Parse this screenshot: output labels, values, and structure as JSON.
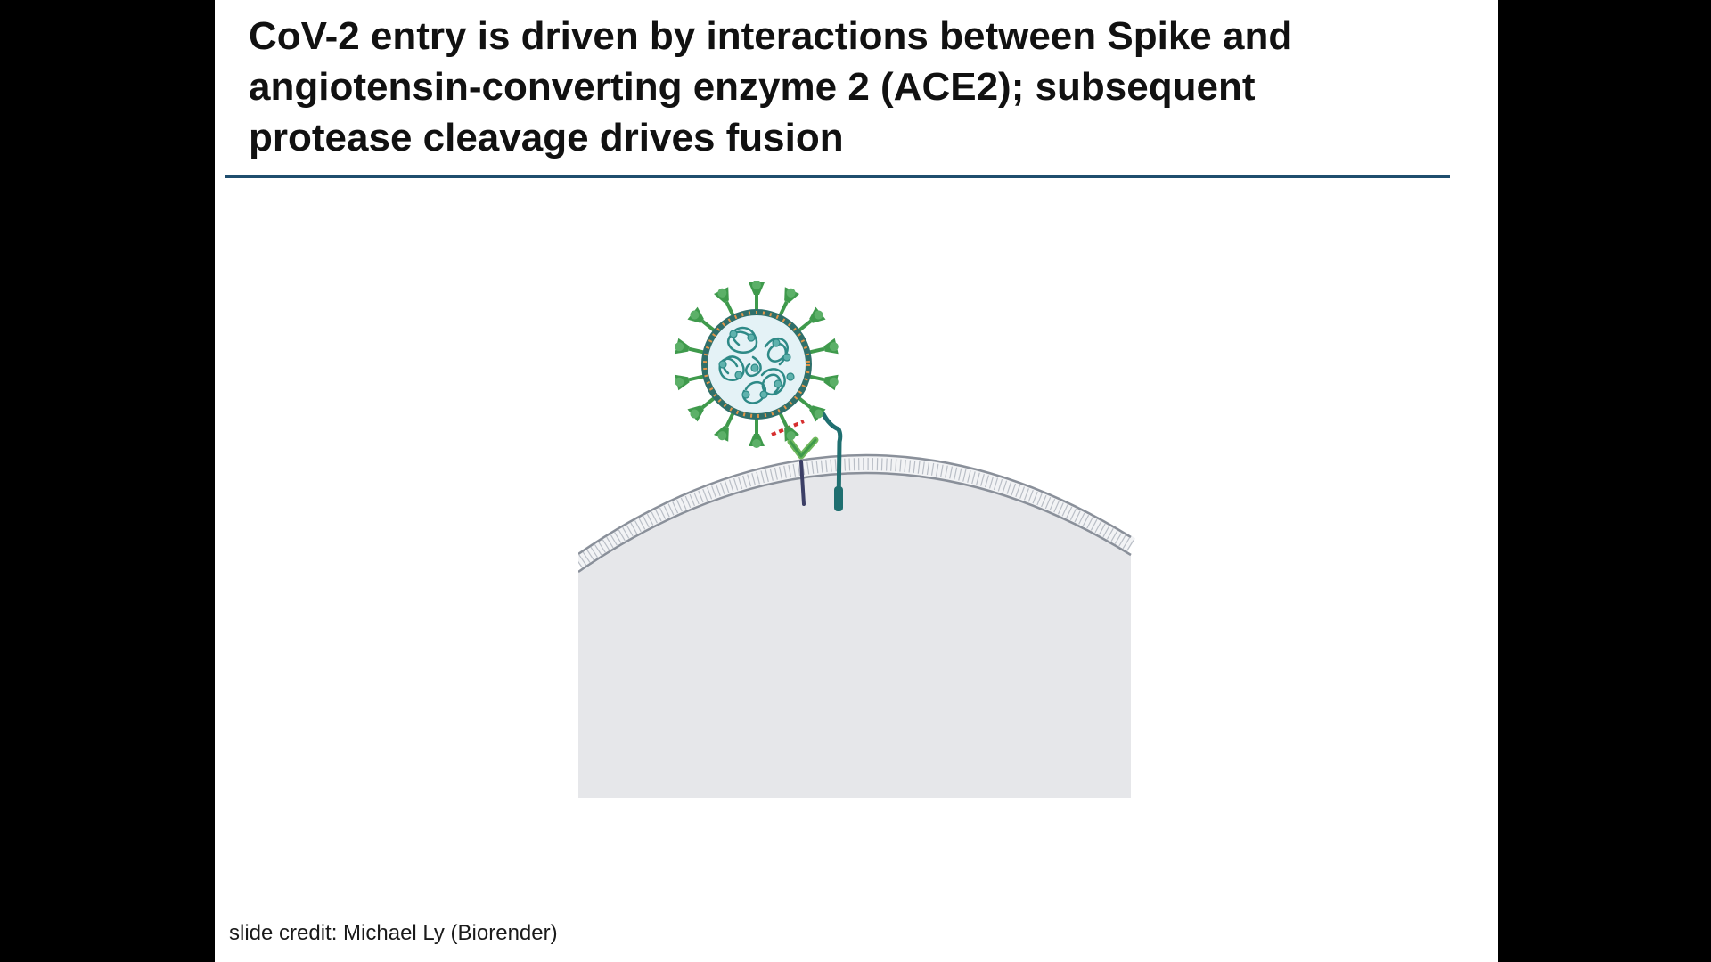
{
  "slide": {
    "title_lines": [
      "CoV-2 entry is driven by interactions between Spike and",
      "angiotensin-converting enzyme 2 (ACE2); subsequent",
      "protease cleavage drives fusion"
    ],
    "credit": "slide credit: Michael Ly (Biorender)"
  },
  "diagram": {
    "elements": [
      "virion-icon",
      "spike-protein-icon",
      "ace2-receptor-icon",
      "protease-icon",
      "host-cell-membrane"
    ],
    "colors": {
      "spike": "#3f9a4c",
      "virion_envelope": "#2f6f6a",
      "virion_interior": "#e4f2f6",
      "rna": "#2e8a87",
      "ace2": "#3c3f66",
      "protease": "#1f6f70",
      "interaction": "#d62f2f",
      "membrane": "#8a909a",
      "cell": "#e6e7ea",
      "title_rule": "#1f4e6e"
    }
  }
}
